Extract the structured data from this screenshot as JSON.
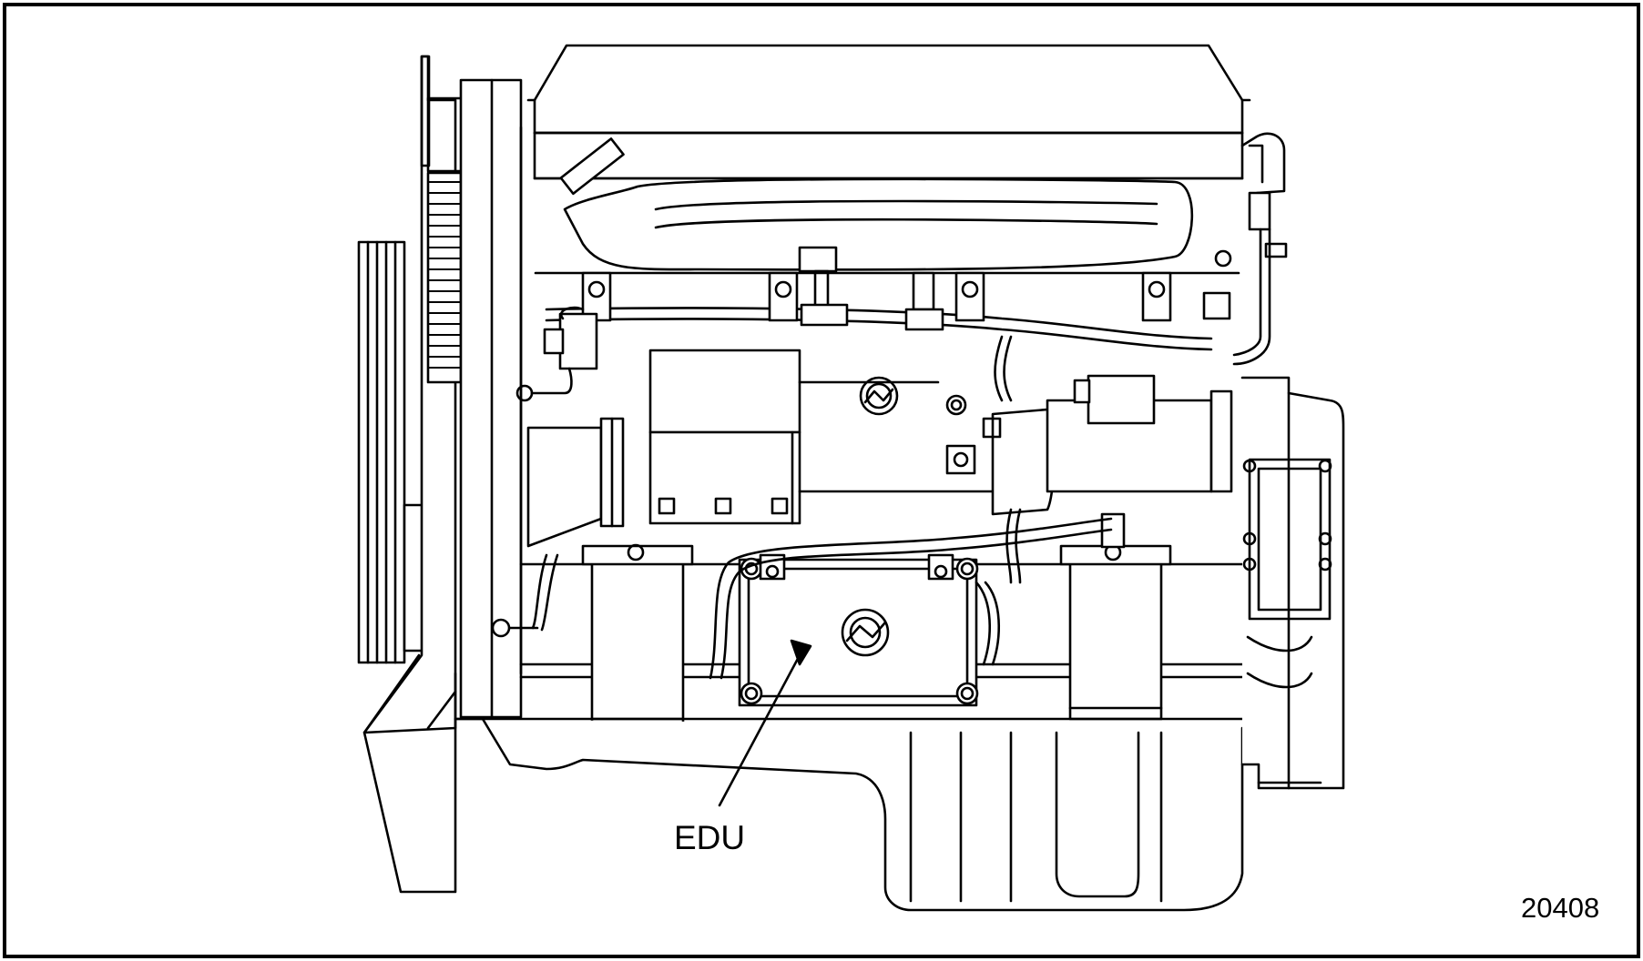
{
  "diagram": {
    "callout_label": "EDU",
    "figure_number": "20408",
    "colors": {
      "line": "#000000",
      "background": "#ffffff"
    },
    "icons": [
      "engine-illustration",
      "ddc-logo-icon",
      "arrow-icon"
    ]
  }
}
